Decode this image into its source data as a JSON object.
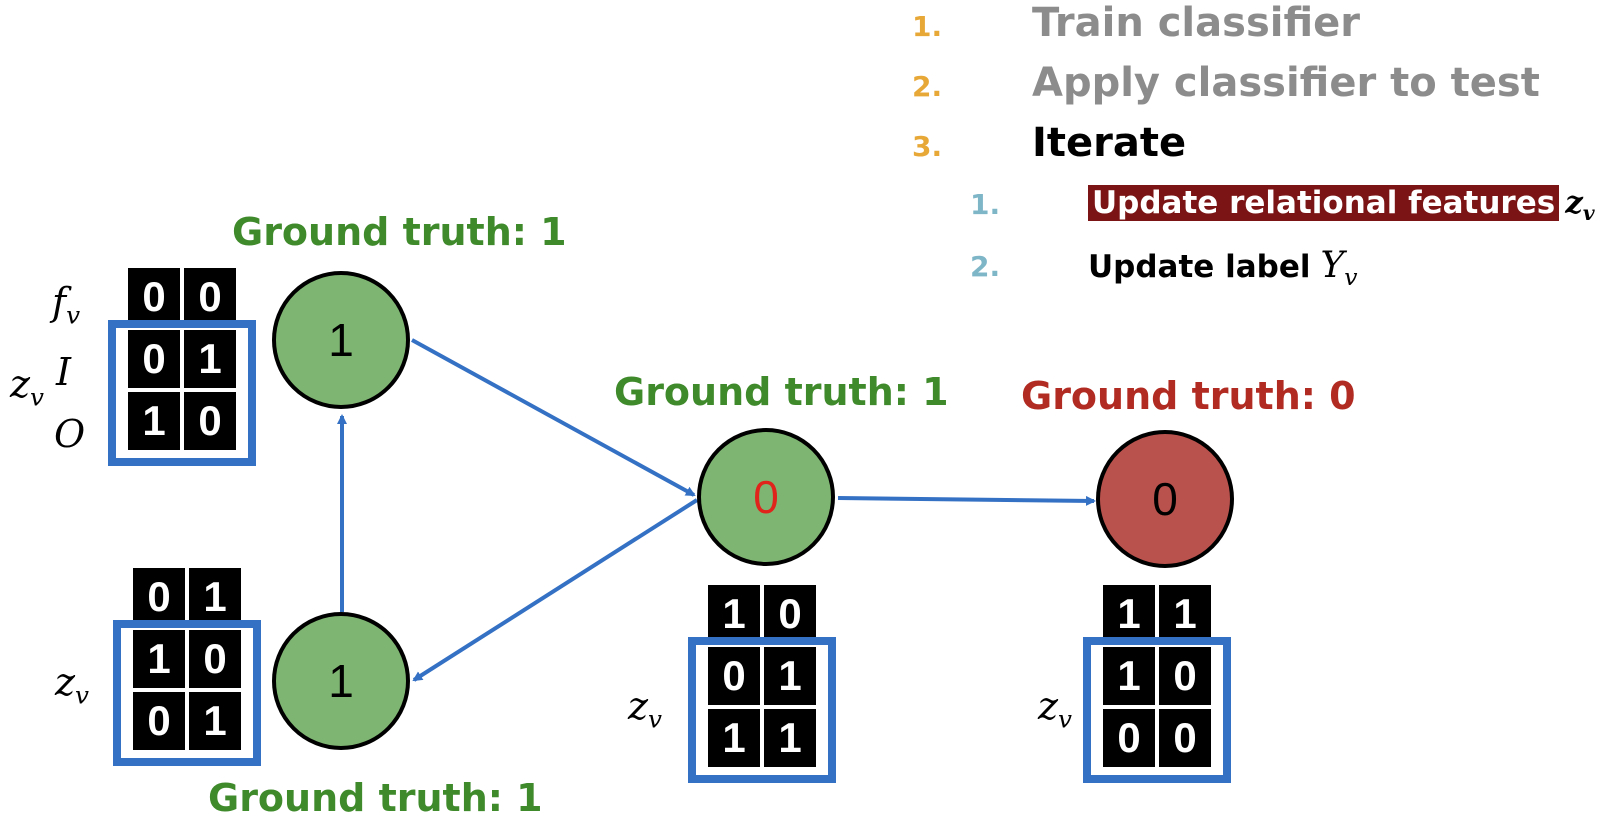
{
  "steps": {
    "items": [
      {
        "num": "1.",
        "text": "Train classifier"
      },
      {
        "num": "2.",
        "text": "Apply classifier to test"
      },
      {
        "num": "3.",
        "text": "Iterate"
      }
    ],
    "sub_items": [
      {
        "num": "1.",
        "text": "Update relational features",
        "symbol": "z",
        "sub": "v"
      },
      {
        "num": "2.",
        "text": "Update label",
        "symbol": "Y",
        "sub": "v"
      }
    ]
  },
  "nodes": {
    "top_left": {
      "value": "1",
      "ground_truth": "Ground truth: 1"
    },
    "bottom_left": {
      "value": "1",
      "ground_truth": "Ground truth: 1"
    },
    "middle": {
      "value": "0",
      "ground_truth": "Ground truth: 1"
    },
    "right": {
      "value": "0",
      "ground_truth": "Ground truth: 0"
    }
  },
  "tables": {
    "top_left": {
      "f_row": [
        "0",
        "0"
      ],
      "z_rows": [
        [
          "0",
          "1"
        ],
        [
          "1",
          "0"
        ]
      ]
    },
    "bottom_left": {
      "f_row": [
        "0",
        "1"
      ],
      "z_rows": [
        [
          "1",
          "0"
        ],
        [
          "0",
          "1"
        ]
      ]
    },
    "middle": {
      "f_row": [
        "1",
        "0"
      ],
      "z_rows": [
        [
          "0",
          "1"
        ],
        [
          "1",
          "1"
        ]
      ]
    },
    "right": {
      "f_row": [
        "1",
        "1"
      ],
      "z_rows": [
        [
          "1",
          "0"
        ],
        [
          "0",
          "0"
        ]
      ]
    }
  },
  "labels": {
    "f": "f",
    "z": "z",
    "v": "v",
    "I": "I",
    "O": "O"
  },
  "colors": {
    "edge": "#3470C4",
    "node_green": "#7FB572",
    "node_red": "#B9524D",
    "text_green": "#3F8A2B",
    "text_red": "#B22B22",
    "wrong_prediction": "#E0231B",
    "highlight": "#7B1414"
  }
}
